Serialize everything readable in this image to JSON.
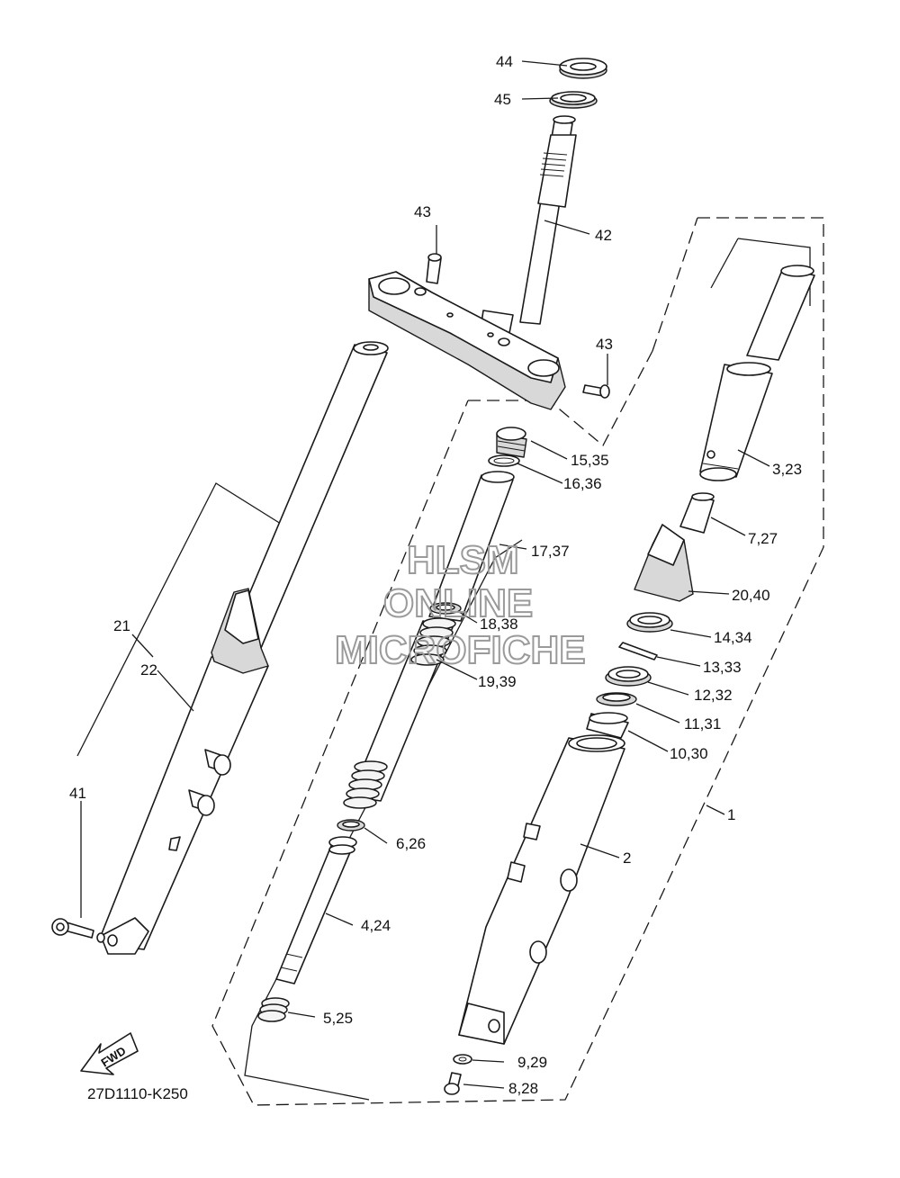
{
  "diagram": {
    "code": "27D1110-K250",
    "fwd_label": "FWD",
    "watermark": {
      "line1": "HLSM",
      "line2": "ONLINE",
      "line3": "MICROFICHE"
    },
    "callouts": [
      {
        "id": "c44",
        "text": "44"
      },
      {
        "id": "c45",
        "text": "45"
      },
      {
        "id": "c43a",
        "text": "43"
      },
      {
        "id": "c42",
        "text": "42"
      },
      {
        "id": "c43b",
        "text": "43"
      },
      {
        "id": "c15",
        "text": "15,35"
      },
      {
        "id": "c16",
        "text": "16,36"
      },
      {
        "id": "c17",
        "text": "17,37"
      },
      {
        "id": "c18",
        "text": "18,38"
      },
      {
        "id": "c19",
        "text": "19,39"
      },
      {
        "id": "c3",
        "text": "3,23"
      },
      {
        "id": "c7",
        "text": "7,27"
      },
      {
        "id": "c20",
        "text": "20,40"
      },
      {
        "id": "c14",
        "text": "14,34"
      },
      {
        "id": "c13",
        "text": "13,33"
      },
      {
        "id": "c12",
        "text": "12,32"
      },
      {
        "id": "c11",
        "text": "11,31"
      },
      {
        "id": "c10",
        "text": "10,30"
      },
      {
        "id": "c1",
        "text": "1"
      },
      {
        "id": "c2",
        "text": "2"
      },
      {
        "id": "c21",
        "text": "21"
      },
      {
        "id": "c22",
        "text": "22"
      },
      {
        "id": "c41",
        "text": "41"
      },
      {
        "id": "c6",
        "text": "6,26"
      },
      {
        "id": "c4",
        "text": "4,24"
      },
      {
        "id": "c5",
        "text": "5,25"
      },
      {
        "id": "c9",
        "text": "9,29"
      },
      {
        "id": "c8",
        "text": "8,28"
      }
    ]
  }
}
